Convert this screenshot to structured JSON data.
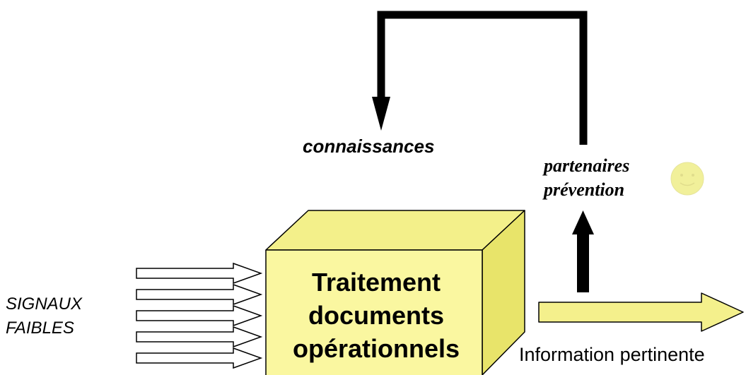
{
  "labels": {
    "signaux_line1": "SIGNAUX",
    "signaux_line2": "FAIBLES",
    "connaissances": "connaissances",
    "partenaires_line1": "partenaires",
    "partenaires_line2": "prévention",
    "box_line1": "Traitement",
    "box_line2": "documents",
    "box_line3": "opérationnels",
    "information": "Information pertinente"
  },
  "colors": {
    "box_fill": "#faf7a0",
    "box_side": "#e8e46a",
    "box_top": "#f3f08a",
    "output_arrow_fill": "#f4f08c",
    "feedback_line": "#000000",
    "smiley": "#f1f09a"
  },
  "icons": {
    "emoticon": "smiley-icon"
  }
}
